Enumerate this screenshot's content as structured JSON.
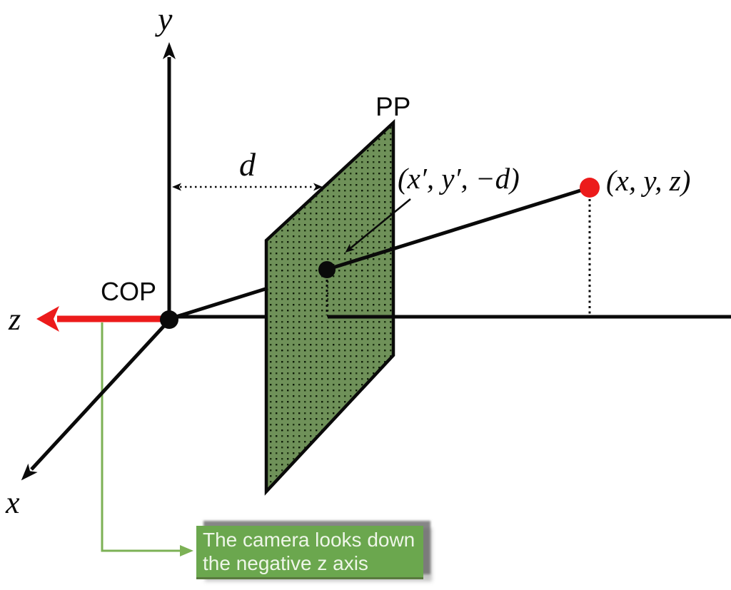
{
  "figure": {
    "axis_labels": {
      "x": "x",
      "y": "y",
      "z": "z"
    },
    "labels": {
      "cop": "COP",
      "pp": "PP",
      "focal_distance": "d",
      "projected_point": "(x′, y′, −d)",
      "world_point": "(x, y, z)"
    },
    "callout": {
      "line1": "The camera looks down",
      "line2": "the negative z axis"
    },
    "colors": {
      "red": "#ec1b1b",
      "plane_green": "#6f9159",
      "plane_dot_dark": "#1f3413",
      "plane_dot_black": "#0d1a07",
      "callout_green": "#6ba74e",
      "connector_green": "#7cb155",
      "line_black": "#0a0a0a",
      "callout_text": "#eef6e8"
    }
  }
}
